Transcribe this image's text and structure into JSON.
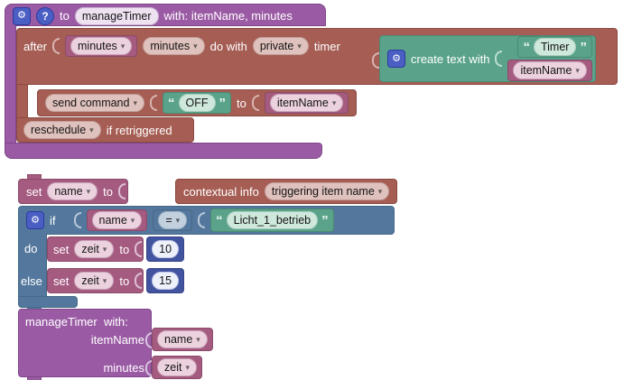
{
  "colors": {
    "procedure_purple": "#9a5ba4",
    "openhab_brick": "#a55d54",
    "variable_pink": "#a55b80",
    "logic_blue": "#54789d",
    "math_navy": "#4253a0",
    "text_green": "#5aa38a",
    "badge_blue": "#4a5ec4"
  },
  "icons": {
    "gear": "⚙",
    "help": "?",
    "dropdown_arrow": "▾",
    "quote_open": "“",
    "quote_close": "”"
  },
  "function_def": {
    "header": {
      "to": "to",
      "name": "manageTimer",
      "params": "with: itemName, minutes"
    },
    "after_row": {
      "after": "after",
      "minutes_var": "minutes",
      "unit_dropdown": "minutes",
      "do_with": "do with",
      "scope_dropdown": "private",
      "timer": "timer"
    },
    "create_text": {
      "label": "create text with",
      "text_value": "Timer",
      "var_itemname": "itemName"
    },
    "send_command": {
      "command_dropdown": "send command",
      "value": "OFF",
      "to": "to",
      "target_var": "itemName"
    },
    "reschedule": {
      "dropdown": "reschedule",
      "label": "if retriggered"
    }
  },
  "script": {
    "set_name": {
      "set": "set",
      "var": "name",
      "to": "to"
    },
    "contextual": {
      "label": "contextual info",
      "dropdown": "triggering item name"
    },
    "if_block": {
      "if": "if",
      "do": "do",
      "else": "else"
    },
    "compare": {
      "left_var": "name",
      "operator": "=",
      "right_string": "Licht_1_betrieb"
    },
    "set_do": {
      "set": "set",
      "var": "zeit",
      "to": "to",
      "value": "10"
    },
    "set_else": {
      "set": "set",
      "var": "zeit",
      "to": "to",
      "value": "15"
    },
    "call": {
      "name": "manageTimer",
      "with_label": "with:",
      "param1": "itemName",
      "arg1": "name",
      "param2": "minutes",
      "arg2": "zeit"
    }
  }
}
